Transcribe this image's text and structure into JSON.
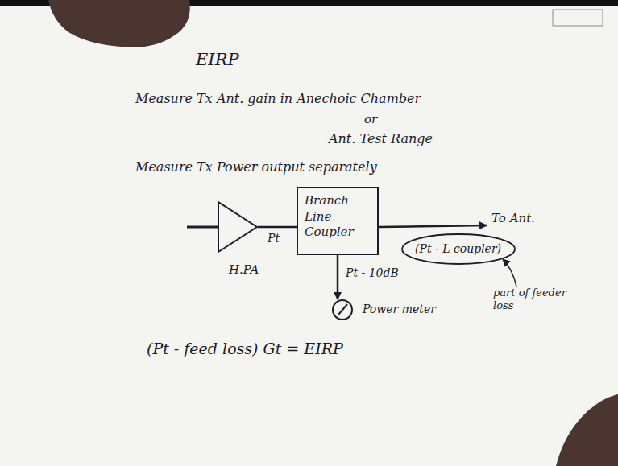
{
  "diagram": {
    "title": "EIRP",
    "nodes": [
      {
        "text": [
          "H.PA"
        ]
      },
      {
        "text": [
          "Branch Line Coupler"
        ]
      },
      {
        "text": [
          "Power meter"
        ]
      },
      {
        "text": [
          "(Pt - L coupler)"
        ]
      }
    ],
    "edges": [
      {
        "from": 0,
        "to": 1,
        "label": "Pt",
        "arrow": "none"
      },
      {
        "from": 1,
        "to": 2,
        "label": "Pt - 10dB",
        "arrow": "to"
      }
    ],
    "labels": [
      "Measure Tx Ant. gain in Anechoic Chamber",
      "or",
      "Ant. Test Range",
      "Measure Tx Power output separately",
      "To Ant.",
      "part of feeder loss",
      "(Pt - feed loss) Gt = EIRP"
    ]
  }
}
